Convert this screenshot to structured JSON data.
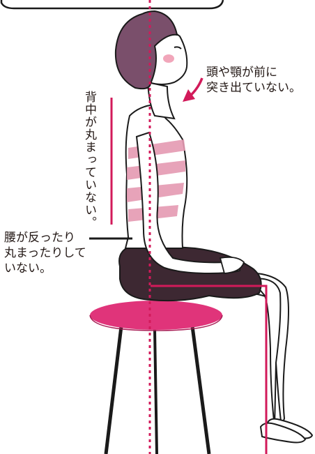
{
  "annotations": {
    "head": [
      "頭や顎が前に",
      "突き出ていない。"
    ],
    "back": "背中が丸まっていない。",
    "waist": [
      "腰が反ったり",
      "丸まったりして",
      "いない。"
    ]
  },
  "colors": {
    "guide_line": "#d21a5a",
    "stool_seat": "#e0347a",
    "hair": "#7a4f6b",
    "shorts": "#3d2832",
    "stripes": "#e59ab2",
    "outline": "#1a1a1a"
  }
}
